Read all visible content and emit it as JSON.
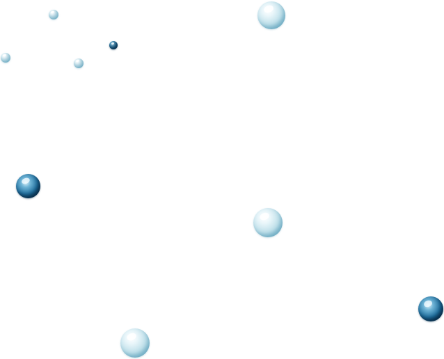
{
  "bubbles": [
    {
      "name": "bubble-small-1",
      "tone": "light"
    },
    {
      "name": "bubble-large-top",
      "tone": "light"
    },
    {
      "name": "bubble-tiny-dark",
      "tone": "dark"
    },
    {
      "name": "bubble-small-left",
      "tone": "light"
    },
    {
      "name": "bubble-small-2",
      "tone": "light"
    },
    {
      "name": "bubble-dark-left",
      "tone": "dark"
    },
    {
      "name": "bubble-large-center",
      "tone": "light"
    },
    {
      "name": "bubble-dark-right",
      "tone": "dark"
    },
    {
      "name": "bubble-large-bottom",
      "tone": "light"
    }
  ],
  "colors": {
    "background": "#ffffff",
    "light_bubble": "#bfe0ea",
    "dark_bubble": "#1f6f9e"
  }
}
